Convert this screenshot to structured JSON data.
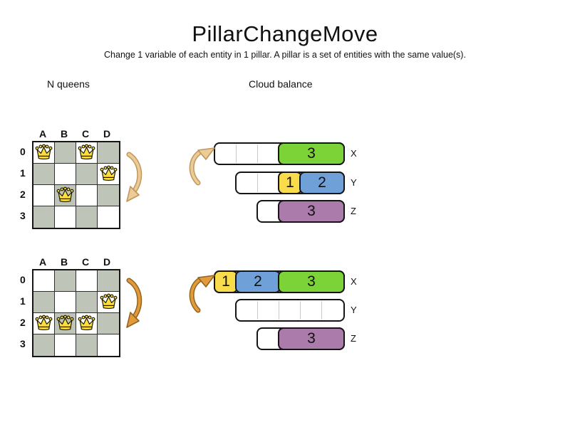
{
  "title": "PillarChangeMove",
  "subtitle": "Change 1 variable of each entity in 1 pillar. A pillar is a set of entities with the same value(s).",
  "sections": {
    "nqueens": "N queens",
    "cloudbalance": "Cloud balance"
  },
  "colors": {
    "green": "#7cd338",
    "yellow": "#f8dc4b",
    "blue": "#6fa0d7",
    "purple": "#aa7bab",
    "board_gray": "#bfc4b8",
    "queen_gold": "#ffde3c",
    "arrow_before_fill": "#ebcb96",
    "arrow_before_stroke": "#c0965c",
    "arrow_after_fill": "#e39a3b",
    "arrow_after_stroke": "#8f6420"
  },
  "boards": [
    {
      "id": "before",
      "columns": [
        "A",
        "B",
        "C",
        "D"
      ],
      "rows": [
        "0",
        "1",
        "2",
        "3"
      ],
      "queens": [
        {
          "col": "A",
          "row": 0
        },
        {
          "col": "C",
          "row": 0
        },
        {
          "col": "D",
          "row": 1
        },
        {
          "col": "B",
          "row": 2
        }
      ]
    },
    {
      "id": "after",
      "columns": [
        "A",
        "B",
        "C",
        "D"
      ],
      "rows": [
        "0",
        "1",
        "2",
        "3"
      ],
      "queens": [
        {
          "col": "D",
          "row": 1
        },
        {
          "col": "A",
          "row": 2
        },
        {
          "col": "B",
          "row": 2
        },
        {
          "col": "C",
          "row": 2
        }
      ]
    }
  ],
  "cloud_states": [
    {
      "id": "before",
      "computers": [
        {
          "label": "X",
          "capacity": 6,
          "blocks": [
            {
              "value": "3",
              "color": "green",
              "size": 3
            }
          ]
        },
        {
          "label": "Y",
          "capacity": 5,
          "blocks": [
            {
              "value": "1",
              "color": "yellow",
              "size": 1
            },
            {
              "value": "2",
              "color": "blue",
              "size": 2
            }
          ]
        },
        {
          "label": "Z",
          "capacity": 4,
          "blocks": [
            {
              "value": "3",
              "color": "purple",
              "size": 3
            }
          ]
        }
      ]
    },
    {
      "id": "after",
      "computers": [
        {
          "label": "X",
          "capacity": 6,
          "blocks": [
            {
              "value": "1",
              "color": "yellow",
              "size": 1
            },
            {
              "value": "2",
              "color": "blue",
              "size": 2
            },
            {
              "value": "3",
              "color": "green",
              "size": 3
            }
          ]
        },
        {
          "label": "Y",
          "capacity": 5,
          "blocks": []
        },
        {
          "label": "Z",
          "capacity": 4,
          "blocks": [
            {
              "value": "3",
              "color": "purple",
              "size": 3
            }
          ]
        }
      ]
    }
  ]
}
